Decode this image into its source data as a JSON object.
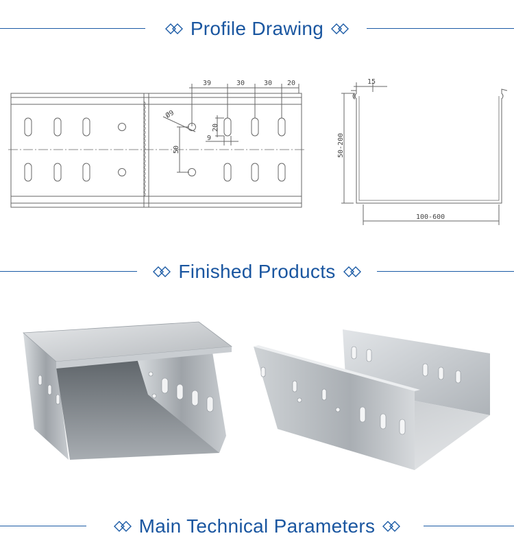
{
  "sections": {
    "profile": {
      "title": "Profile Drawing"
    },
    "finished": {
      "title": "Finished Products"
    },
    "params": {
      "title": "Main Technical Parameters"
    }
  },
  "drawing": {
    "dim_39": "39",
    "dim_30a": "30",
    "dim_30b": "30",
    "dim_20": "20",
    "dim_hole": "Ø9",
    "dim_slot_len": "20",
    "dim_slot_w": "9",
    "dim_50": "50",
    "dim_flange": "15",
    "dim_height": "50-200",
    "dim_width": "100-600"
  },
  "photos": {
    "left": "covered-cable-tray",
    "right": "open-cable-tray"
  },
  "colors": {
    "accent": "#1a56a0",
    "line": "#1a5aa5",
    "drawing": "#555555"
  }
}
